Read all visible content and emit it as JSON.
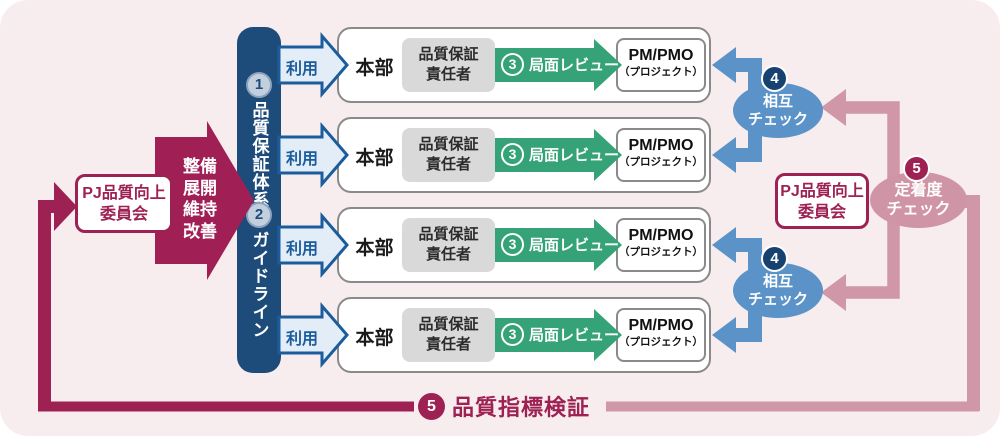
{
  "colors": {
    "page_bg": "#ffffff",
    "canvas_bg": "#f7edee",
    "maroon": "#9e2153",
    "maroon_arrow": "#a02055",
    "navy_bar": "#1d4b7a",
    "blue_border": "#1b5c9c",
    "blue_light": "#e3edf8",
    "blue_mid": "#5b93c8",
    "navy_badge": "#17416e",
    "green": "#35a377",
    "gray_fill": "#d9d9d9",
    "gray_border": "#8a8a8a",
    "pink_line": "#cf97a8",
    "pink_oval": "#cf94a6",
    "badge_light_bg": "#c3cfdd",
    "badge_light_border": "#8ba3bd"
  },
  "left_committee": {
    "line1": "PJ品質向上",
    "line2": "委員会"
  },
  "big_arrow": {
    "lines": [
      "整備",
      "展開",
      "維持",
      "改善"
    ]
  },
  "pillar": {
    "items": [
      {
        "num": "1",
        "label": "品質保証体系"
      },
      {
        "num": "2",
        "label": "ガイドライン"
      }
    ]
  },
  "rows": [
    {
      "use": "利用",
      "org": "本部",
      "owner_line1": "品質保証",
      "owner_line2": "責任者",
      "review_num": "3",
      "review": "局面レビュー",
      "pm": "PM/PMO",
      "pm_sub": "（プロジェクト）"
    },
    {
      "use": "利用",
      "org": "本部",
      "owner_line1": "品質保証",
      "owner_line2": "責任者",
      "review_num": "3",
      "review": "局面レビュー",
      "pm": "PM/PMO",
      "pm_sub": "（プロジェクト）"
    },
    {
      "use": "利用",
      "org": "本部",
      "owner_line1": "品質保証",
      "owner_line2": "責任者",
      "review_num": "3",
      "review": "局面レビュー",
      "pm": "PM/PMO",
      "pm_sub": "（プロジェクト）"
    },
    {
      "use": "利用",
      "org": "本部",
      "owner_line1": "品質保証",
      "owner_line2": "責任者",
      "review_num": "3",
      "review": "局面レビュー",
      "pm": "PM/PMO",
      "pm_sub": "（プロジェクト）"
    }
  ],
  "mutual_checks": [
    {
      "num": "4",
      "line1": "相互",
      "line2": "チェック"
    },
    {
      "num": "4",
      "line1": "相互",
      "line2": "チェック"
    }
  ],
  "right_committee": {
    "line1": "PJ品質向上",
    "line2": "委員会"
  },
  "fixation_check": {
    "num": "5",
    "line1": "定着度",
    "line2": "チェック"
  },
  "bottom_label": {
    "num": "5",
    "label": "品質指標検証"
  }
}
